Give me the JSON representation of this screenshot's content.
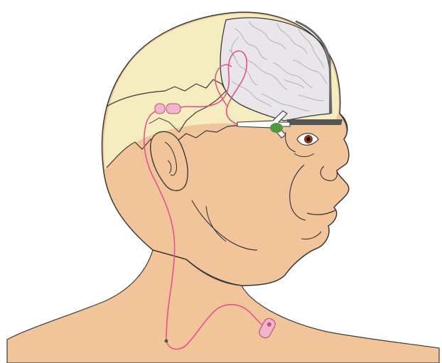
{
  "illustration": {
    "colors": {
      "background": "#ffffff",
      "skin": "#f2c49a",
      "skull": "#f5ecc0",
      "brain": "#e9e6ea",
      "brain_folds": "#b9b4bd",
      "outline": "#3a3a3a",
      "lead_wire": "#e0508a",
      "pulse_generator": "#f2b6cc",
      "target_nucleus": "#4f9a3c",
      "electrode_probe": "#ffffff",
      "eyebrow": "#555555",
      "iris": "#8a3a1a"
    },
    "parts": [
      "head-profile",
      "skull",
      "brain",
      "ear",
      "eye",
      "electrode-probe",
      "target-nucleus",
      "lead-wire",
      "connector",
      "pulse-generator"
    ]
  }
}
